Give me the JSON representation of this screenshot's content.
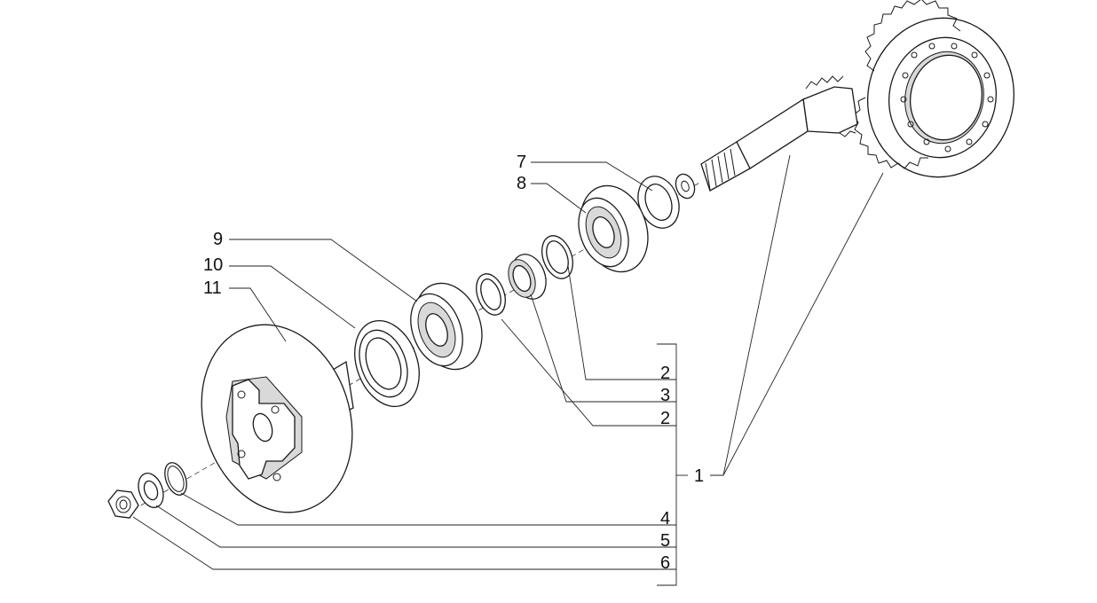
{
  "labels": {
    "left_column": [
      "9",
      "10",
      "11"
    ],
    "upper": [
      "7",
      "8"
    ],
    "bracket_items": [
      "2",
      "3",
      "2"
    ],
    "group": "1",
    "lower_items": [
      "4",
      "5",
      "6"
    ]
  }
}
